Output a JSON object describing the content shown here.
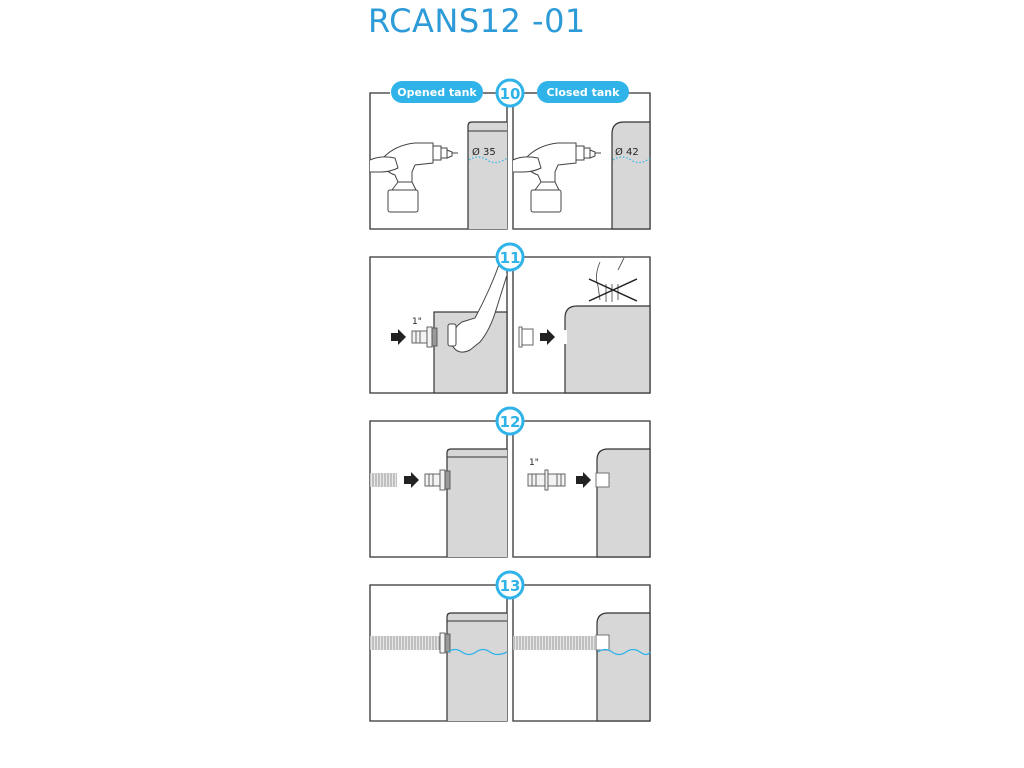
{
  "title": "RCANS12 -01",
  "colors": {
    "accent": "#2fb3e8",
    "title": "#2d9bd8",
    "tank": "#d7d7d7",
    "line": "#333333",
    "water": "#2fb3e8"
  },
  "steps": [
    {
      "number": "10",
      "panels": [
        {
          "tag": "Opened tank",
          "label": "Ø 35",
          "description": "drill-hole-opened-tank"
        },
        {
          "tag": "Closed tank",
          "label": "Ø 42",
          "description": "drill-hole-closed-tank"
        }
      ]
    },
    {
      "number": "11",
      "panels": [
        {
          "label": "1\"",
          "description": "insert-fitting-with-hand-inside"
        },
        {
          "label": "",
          "description": "insert-fitting-no-hand"
        }
      ]
    },
    {
      "number": "12",
      "panels": [
        {
          "label": "",
          "description": "attach-hose-to-fitting"
        },
        {
          "label": "1\"",
          "description": "attach-connector-to-fitting"
        }
      ]
    },
    {
      "number": "13",
      "panels": [
        {
          "label": "",
          "description": "hose-connected-opened-tank"
        },
        {
          "label": "",
          "description": "hose-connected-closed-tank"
        }
      ]
    }
  ]
}
